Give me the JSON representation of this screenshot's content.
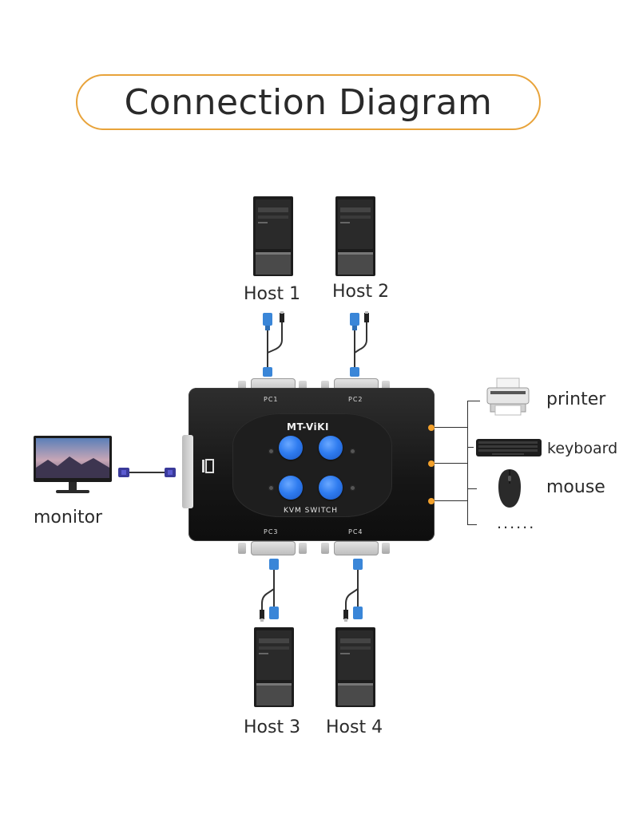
{
  "title": "Connection Diagram",
  "hosts": {
    "host1": "Host 1",
    "host2": "Host 2",
    "host3": "Host 3",
    "host4": "Host 4"
  },
  "switch": {
    "brand": "MT-ViKI",
    "model": "KVM SWITCH",
    "ports": [
      "PC1",
      "PC2",
      "PC3",
      "PC4"
    ]
  },
  "monitor_label": "monitor",
  "peripherals": {
    "printer": "printer",
    "keyboard": "keyboard",
    "mouse": "mouse",
    "more": "......"
  },
  "colors": {
    "accent_orange": "#e8a33a",
    "button_blue": "#2f7cf0",
    "connector_blue": "#3a86d8"
  }
}
